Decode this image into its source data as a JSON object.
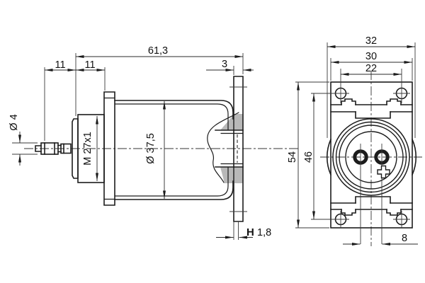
{
  "drawing": {
    "title": "solenoid-dimension-drawing",
    "colors": {
      "line": "#1c1c1c",
      "thin_line": "#3a3a3a",
      "section_fill": "#b8b8b8",
      "background": "#ffffff"
    },
    "side_view": {
      "dims": {
        "pin_diameter": "Ø 4",
        "seg_a": "11",
        "seg_b": "11",
        "total_length": "61,3",
        "flange_thickness": "3",
        "thread": "M 27x1",
        "body_diameter": "Ø 37,5",
        "stroke_label": "H",
        "stroke_value": "1,8"
      }
    },
    "front_view": {
      "dims": {
        "overall_width": "32",
        "flange_width": "30",
        "hole_pitch_h": "22",
        "flange_height": "54",
        "hole_pitch_v": "46",
        "terminal_pitch": "8"
      },
      "polarity_symbol": "+"
    }
  }
}
